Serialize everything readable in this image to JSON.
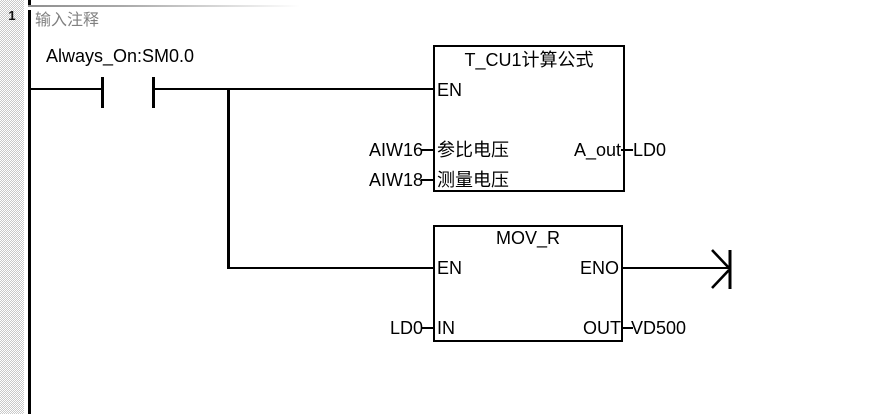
{
  "app": {
    "type": "plc-ladder-editor-network-view"
  },
  "colors": {
    "wire": "#000000",
    "comment_text": "#808080",
    "checker_gray": "#c9c9c9",
    "background": "#ffffff"
  },
  "network": {
    "number": "1",
    "comment": "输入注释"
  },
  "rung": {
    "contact": {
      "operand": "Always_On:SM0.0"
    },
    "block1": {
      "title": "T_CU1计算公式",
      "en": "EN",
      "inputs": [
        {
          "operand": "AIW16",
          "pin": "参比电压"
        },
        {
          "operand": "AIW18",
          "pin": "测量电压"
        }
      ],
      "outputs": [
        {
          "pin": "A_out",
          "operand": "LD0"
        }
      ]
    },
    "block2": {
      "title": "MOV_R",
      "en": "EN",
      "eno": "ENO",
      "inputs": [
        {
          "operand": "LD0",
          "pin": "IN"
        }
      ],
      "outputs": [
        {
          "pin": "OUT",
          "operand": "VD500"
        }
      ]
    },
    "icons": {
      "continuation": "open-arrow-right"
    }
  }
}
